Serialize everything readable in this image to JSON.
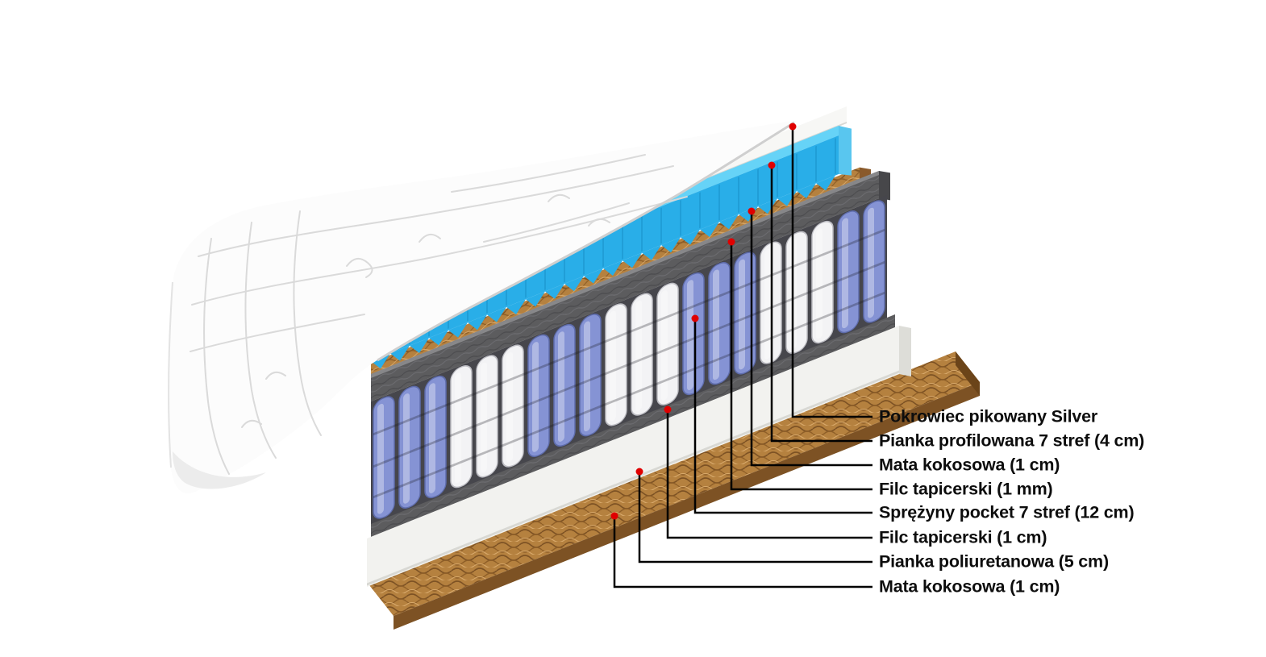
{
  "diagram": {
    "colors": {
      "cover": "#fcfcfc",
      "cover_crease": "#d9d9d9",
      "lining": "#f7f7f5",
      "profiled_foam": "#29aee8",
      "profiled_foam_light": "#66d3f7",
      "profiled_foam_groove": "#1b93cc",
      "coconut_mat": "#b5813f",
      "coconut_mat_dark": "#7d5224",
      "felt": "#5c5c5e",
      "felt_dark": "#47474a",
      "spring_gap": "#46464c",
      "spring_white": "#f3f3f5",
      "spring_blue": "#8593d4",
      "foam_white": "#f2f2ef",
      "callout_line": "#000000",
      "callout_dot": "#e00000"
    },
    "springs": {
      "pattern": [
        "b",
        "b",
        "b",
        "w",
        "w",
        "w",
        "b",
        "b",
        "b",
        "w",
        "w",
        "w",
        "b",
        "b",
        "b",
        "w",
        "w",
        "w",
        "b",
        "b"
      ]
    }
  },
  "callouts": {
    "labels": [
      {
        "text": "Pokrowiec pikowany Silver"
      },
      {
        "text": "Pianka profilowana 7 stref (4 cm)"
      },
      {
        "text": "Mata kokosowa (1 cm)"
      },
      {
        "text": "Filc tapicerski (1 mm)"
      },
      {
        "text": "Sprężyny pocket 7 stref (12 cm)"
      },
      {
        "text": "Filc tapicerski (1 cm)"
      },
      {
        "text": "Pianka poliuretanowa (5 cm)"
      },
      {
        "text": "Mata kokosowa (1 cm)"
      }
    ]
  }
}
